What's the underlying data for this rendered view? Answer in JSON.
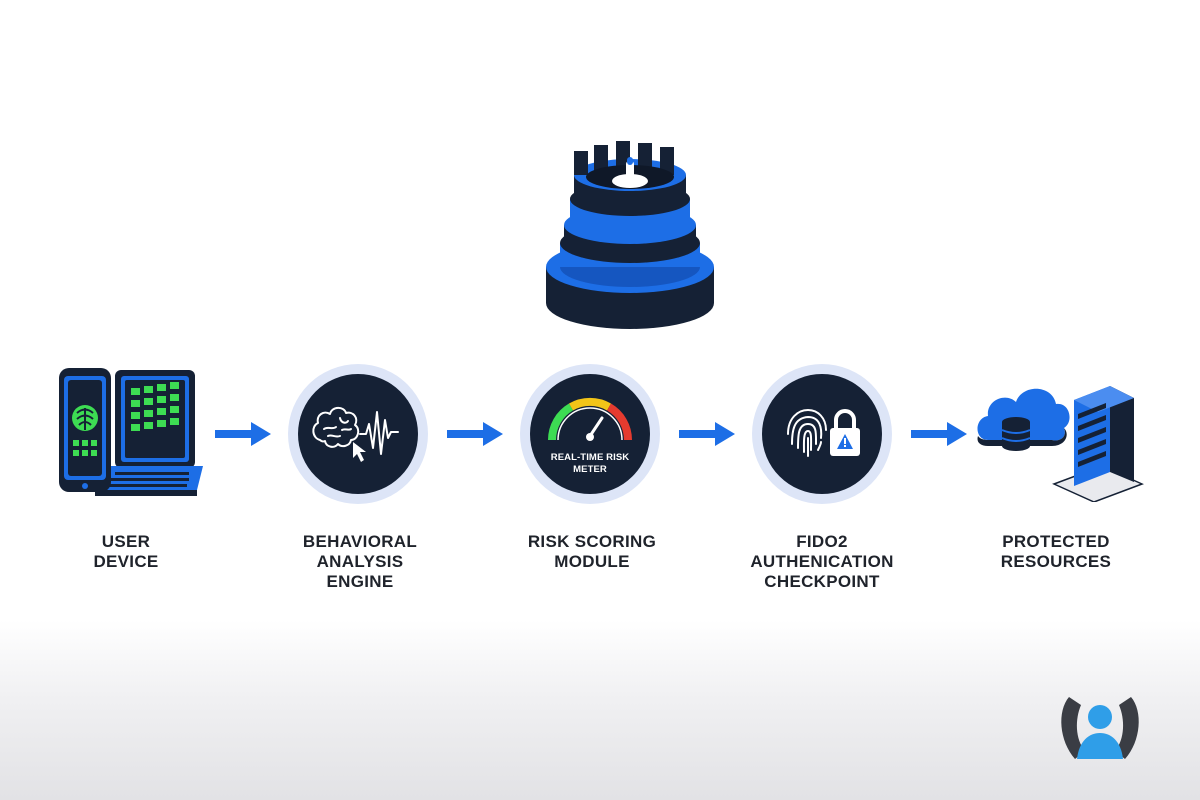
{
  "diagram": {
    "stages": [
      {
        "id": "user-device",
        "label_lines": [
          "USER",
          "DEVICE"
        ],
        "icon": "laptop-phone-icon"
      },
      {
        "id": "behavioral-analysis",
        "label_lines": [
          "BEHAVIORAL",
          "ANALYSIS",
          "ENGINE"
        ],
        "icon": "brain-waveform-icon"
      },
      {
        "id": "risk-scoring",
        "label_lines": [
          "RISK SCORING",
          "MODULE"
        ],
        "icon": "risk-meter-icon",
        "icon_caption_lines": [
          "REAL-TIME RISK",
          "METER"
        ]
      },
      {
        "id": "fido2",
        "label_lines": [
          "FIDO2",
          "AUTHENICATION",
          "CHECKPOINT"
        ],
        "icon": "fingerprint-lock-icon"
      },
      {
        "id": "protected-resources",
        "label_lines": [
          "PROTECTED",
          "RESOURCES"
        ],
        "icon": "cloud-server-icon"
      }
    ],
    "connector_icon": "arrow-right-icon",
    "top_icon": "security-tower-icon",
    "brand_icon": "user-logo-icon"
  },
  "colors": {
    "accent": "#1d6ee6",
    "dark": "#152135",
    "ring": "#dde5f7",
    "text": "#1f232b",
    "screen_green": "#3ddc53"
  }
}
